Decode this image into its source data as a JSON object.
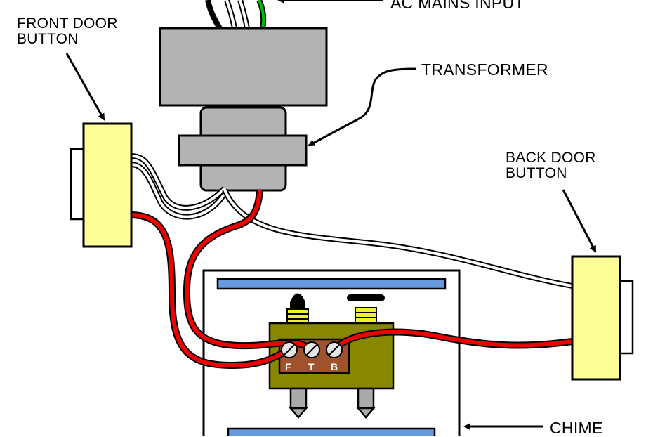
{
  "labels": {
    "ac_mains": "AC MAINS INPUT",
    "transformer": "TRANSFORMER",
    "front_door_line1": "FRONT DOOR",
    "front_door_line2": "BUTTON",
    "back_door_line1": "BACK DOOR",
    "back_door_line2": "BUTTON",
    "chime": "CHIME"
  },
  "terminals": [
    "F",
    "T",
    "B"
  ],
  "colors": {
    "transformer_gray": "#b3b3b3",
    "button_yellow": "#ffff99",
    "wire_red": "#ee0000",
    "wire_green": "#00bb00",
    "wire_white": "#ffffff",
    "wire_black": "#000000",
    "chime_board_olive": "#888800",
    "terminal_strip_brown": "#a0522d",
    "solenoid_coil_yellow": "#eeee33",
    "resonator_bar_blue": "#6699dd"
  },
  "icons": [
    "arrow-icon"
  ]
}
